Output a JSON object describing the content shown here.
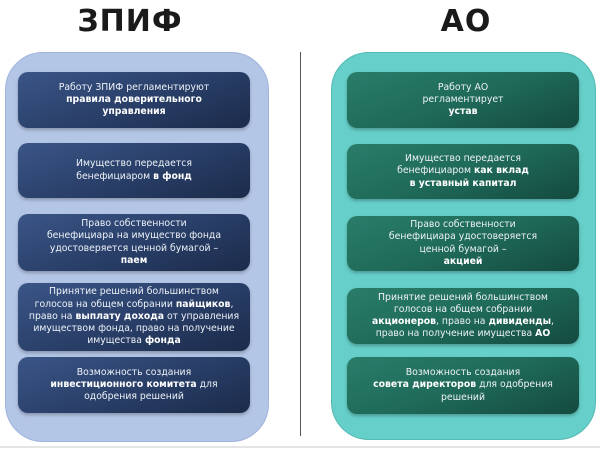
{
  "left": {
    "title": "ЗПИФ",
    "cards": [
      {
        "lines": [
          [
            {
              "t": "Работу ЗПИФ регламентируют",
              "b": false
            }
          ],
          [
            {
              "t": "правила доверительного",
              "b": true
            }
          ],
          [
            {
              "t": "управления",
              "b": true
            }
          ]
        ]
      },
      {
        "lines": [
          [
            {
              "t": "Имущество передается",
              "b": false
            }
          ],
          [
            {
              "t": "бенефициаром ",
              "b": false
            },
            {
              "t": "в фонд",
              "b": true
            }
          ]
        ]
      },
      {
        "lines": [
          [
            {
              "t": "Право собственности",
              "b": false
            }
          ],
          [
            {
              "t": "бенефициара на имущество фонда",
              "b": false
            }
          ],
          [
            {
              "t": "удостоверяется ценной бумагой –",
              "b": false
            }
          ],
          [
            {
              "t": "паем",
              "b": true
            }
          ]
        ]
      },
      {
        "lines": [
          [
            {
              "t": "Принятие  решений большинством",
              "b": false
            }
          ],
          [
            {
              "t": "голосов на общем собрании ",
              "b": false
            },
            {
              "t": "пайщиков",
              "b": true
            },
            {
              "t": ",",
              "b": false
            }
          ],
          [
            {
              "t": "право на ",
              "b": false
            },
            {
              "t": "выплату дохода",
              "b": true
            },
            {
              "t": " от управления",
              "b": false
            }
          ],
          [
            {
              "t": "имуществом фонда, право на получение",
              "b": false
            }
          ],
          [
            {
              "t": "имущества ",
              "b": false
            },
            {
              "t": "фонда",
              "b": true
            }
          ]
        ]
      },
      {
        "lines": [
          [
            {
              "t": "Возможность создания",
              "b": false
            }
          ],
          [
            {
              "t": "инвестиционного  комитета",
              "b": true
            },
            {
              "t": " для",
              "b": false
            }
          ],
          [
            {
              "t": "одобрения решений",
              "b": false
            }
          ]
        ]
      }
    ]
  },
  "right": {
    "title": "АО",
    "cards": [
      {
        "lines": [
          [
            {
              "t": "Работу АО",
              "b": false
            }
          ],
          [
            {
              "t": "регламентирует",
              "b": false
            }
          ],
          [
            {
              "t": "устав",
              "b": true
            }
          ]
        ]
      },
      {
        "lines": [
          [
            {
              "t": "Имущество передается",
              "b": false
            }
          ],
          [
            {
              "t": "бенефициаром ",
              "b": false
            },
            {
              "t": "как вклад",
              "b": true
            }
          ],
          [
            {
              "t": "в уставный  капитал",
              "b": true
            }
          ]
        ]
      },
      {
        "lines": [
          [
            {
              "t": "Право собственности",
              "b": false
            }
          ],
          [
            {
              "t": "бенефициара удостоверяется",
              "b": false
            }
          ],
          [
            {
              "t": "ценной бумагой –",
              "b": false
            }
          ],
          [
            {
              "t": "акцией",
              "b": true
            }
          ]
        ]
      },
      {
        "lines": [
          [
            {
              "t": "Принятие  решений большинством",
              "b": false
            }
          ],
          [
            {
              "t": "голосов на общем собрании",
              "b": false
            }
          ],
          [
            {
              "t": "акционеров",
              "b": true
            },
            {
              "t": ", право на ",
              "b": false
            },
            {
              "t": "дивиденды",
              "b": true
            },
            {
              "t": ",",
              "b": false
            }
          ],
          [
            {
              "t": "право на получение имущества ",
              "b": false
            },
            {
              "t": "АО",
              "b": true
            }
          ]
        ]
      },
      {
        "lines": [
          [
            {
              "t": "Возможность создания",
              "b": false
            }
          ],
          [
            {
              "t": "совета директоров",
              "b": true
            },
            {
              "t": " для одобрения",
              "b": false
            }
          ],
          [
            {
              "t": "решений",
              "b": false
            }
          ]
        ]
      }
    ]
  }
}
